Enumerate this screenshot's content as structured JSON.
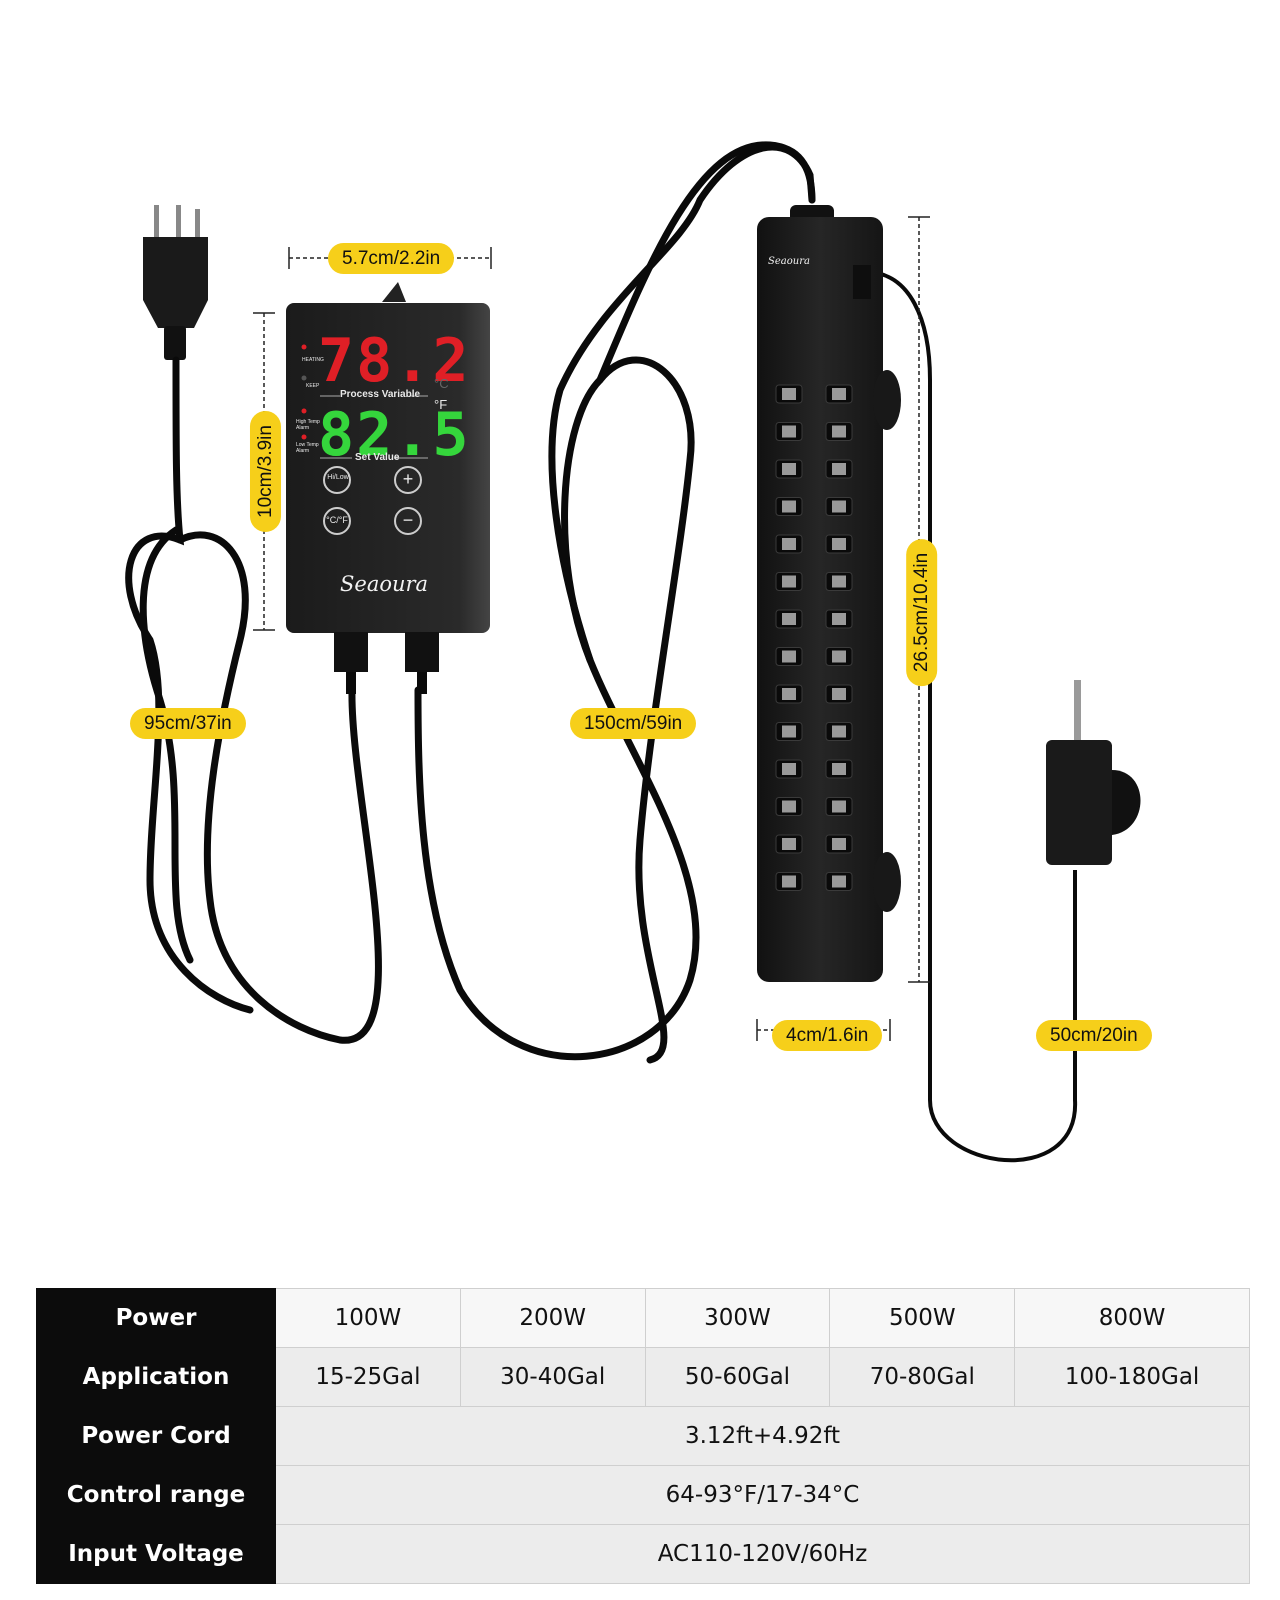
{
  "dimensions": {
    "controller_width": "5.7cm/2.2in",
    "controller_height": "10cm/3.9in",
    "plug_cord": "95cm/37in",
    "heater_cord": "150cm/59in",
    "heater_length": "26.5cm/10.4in",
    "heater_width": "4cm/1.6in",
    "probe_cord": "50cm/20in"
  },
  "controller": {
    "process_value": "78.2",
    "set_value": "82.5",
    "process_label": "Process Variable",
    "set_label": "Set Value",
    "indicator_heating": "HEATING",
    "indicator_keep": "KEEP",
    "indicator_high": "High Temp Alarm",
    "indicator_low": "Low Temp Alarm",
    "unit_c": "°C",
    "unit_f": "°F",
    "btn_hilow": "Hi/Low",
    "btn_plus": "+",
    "btn_cf": "°C/°F",
    "btn_minus": "−",
    "brand": "Seaoura"
  },
  "heater": {
    "brand": "Seaoura"
  },
  "colors": {
    "label_bg": "#f6cf1a",
    "process_digits": "#e01f26",
    "set_digits": "#35d63c",
    "table_header": "#0c0c0c"
  },
  "spec_table": {
    "rows": [
      {
        "label": "Power",
        "values": [
          "100W",
          "200W",
          "300W",
          "500W",
          "800W"
        ]
      },
      {
        "label": "Application",
        "values": [
          "15-25Gal",
          "30-40Gal",
          "50-60Gal",
          "70-80Gal",
          "100-180Gal"
        ]
      },
      {
        "label": "Power Cord",
        "merged": "3.12ft+4.92ft"
      },
      {
        "label": "Control range",
        "merged": "64-93°F/17-34°C"
      },
      {
        "label": "Input Voltage",
        "merged": "AC110-120V/60Hz"
      }
    ]
  }
}
